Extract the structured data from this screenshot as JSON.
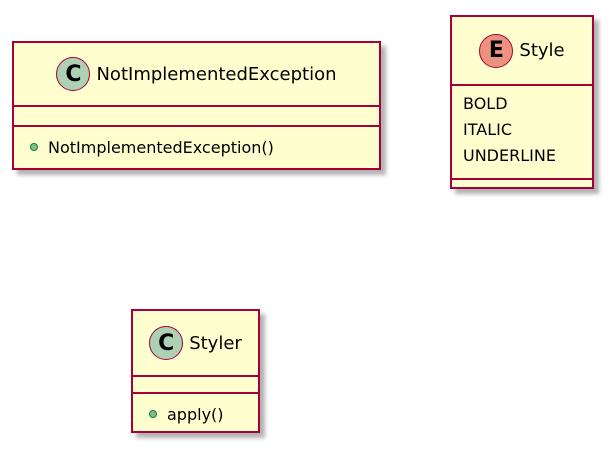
{
  "colors": {
    "box_fill": "#FEFECE",
    "box_border": "#A80036",
    "class_badge": "#ADD1B2",
    "enum_badge": "#EB937F",
    "public_method_dot": "#84BE84",
    "public_method_dot_border": "#038048"
  },
  "classes": [
    {
      "kind": "class",
      "badge_letter": "C",
      "name": "NotImplementedException",
      "fields": [],
      "methods": [
        "NotImplementedException()"
      ]
    },
    {
      "kind": "enum",
      "badge_letter": "E",
      "name": "Style",
      "values": [
        "BOLD",
        "ITALIC",
        "UNDERLINE"
      ]
    },
    {
      "kind": "class",
      "badge_letter": "C",
      "name": "Styler",
      "fields": [],
      "methods": [
        "apply()"
      ]
    }
  ]
}
